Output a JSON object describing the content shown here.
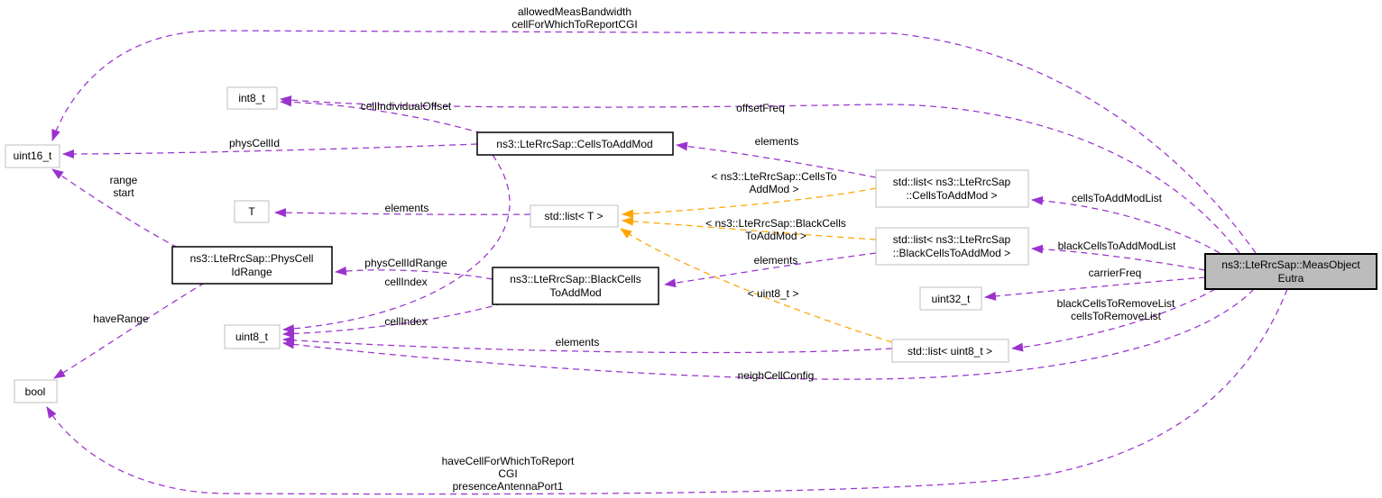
{
  "diagram": {
    "kind": "collaboration-diagram",
    "main_class": "ns3::LteRrcSap::MeasObjectEutra"
  },
  "colors": {
    "usage_edge": "#9a32cd",
    "template_edge": "#ffa500",
    "main_node_fill": "#bcbcbc",
    "node_fill": "#ffffff",
    "class_node_border": "#000000",
    "plain_node_border": "#bfbfbf",
    "text": "#000000"
  },
  "nodes": {
    "int8": {
      "label": "int8_t"
    },
    "uint16": {
      "label": "uint16_t"
    },
    "cellsToAddMod": {
      "label": "ns3::LteRrcSap::CellsToAddMod"
    },
    "T": {
      "label": "T"
    },
    "listT": {
      "label": "std::list< T >"
    },
    "physCellIdRange": {
      "line1": "ns3::LteRrcSap::PhysCell",
      "line2": "IdRange"
    },
    "blackCellsToAddMod": {
      "line1": "ns3::LteRrcSap::BlackCells",
      "line2": "ToAddMod"
    },
    "uint8": {
      "label": "uint8_t"
    },
    "bool": {
      "label": "bool"
    },
    "listCellsToAddMod": {
      "line1": "std::list< ns3::LteRrcSap",
      "line2": "::CellsToAddMod >"
    },
    "listBlackCellsToAddMod": {
      "line1": "std::list< ns3::LteRrcSap",
      "line2": "::BlackCellsToAddMod >"
    },
    "uint32": {
      "label": "uint32_t"
    },
    "listUint8": {
      "label": "std::list< uint8_t >"
    },
    "measObjectEutra": {
      "line1": "ns3::LteRrcSap::MeasObject",
      "line2": "Eutra"
    }
  },
  "edge_labels": {
    "allowedMeas": {
      "line1": "allowedMeasBandwidth",
      "line2": "cellForWhichToReportCGI"
    },
    "cellIndividualOffset": {
      "text": "cellIndividualOffset"
    },
    "offsetFreq": {
      "text": "offsetFreq"
    },
    "physCellId": {
      "text": "physCellId"
    },
    "elementsCells": {
      "text": "elements"
    },
    "rangeStart": {
      "line1": "range",
      "line2": "start"
    },
    "tmplCells": {
      "line1": "< ns3::LteRrcSap::CellsTo",
      "line2": "AddMod >"
    },
    "elementsT": {
      "text": "elements"
    },
    "cellsToAddModList": {
      "text": "cellsToAddModList"
    },
    "tmplBlackCells": {
      "line1": "< ns3::LteRrcSap::BlackCells",
      "line2": "ToAddMod >"
    },
    "physCellIdRange": {
      "text": "physCellIdRange"
    },
    "blackCellsToAddModList": {
      "text": "blackCellsToAddModList"
    },
    "elementsBlackCells": {
      "text": "elements"
    },
    "cellIndexUpper": {
      "text": "cellIndex"
    },
    "tmplUint8": {
      "text": "< uint8_t >"
    },
    "carrierFreq": {
      "text": "carrierFreq"
    },
    "removeLists": {
      "line1": "blackCellsToRemoveList",
      "line2": "cellsToRemoveList"
    },
    "haveRange": {
      "text": "haveRange"
    },
    "cellIndexLower": {
      "text": "cellIndex"
    },
    "elementsUint8": {
      "text": "elements"
    },
    "neighCellConfig": {
      "text": "neighCellConfig"
    },
    "haveCell": {
      "line1": "haveCellForWhichToReport",
      "line2": "CGI",
      "line3": "presenceAntennaPort1"
    }
  }
}
